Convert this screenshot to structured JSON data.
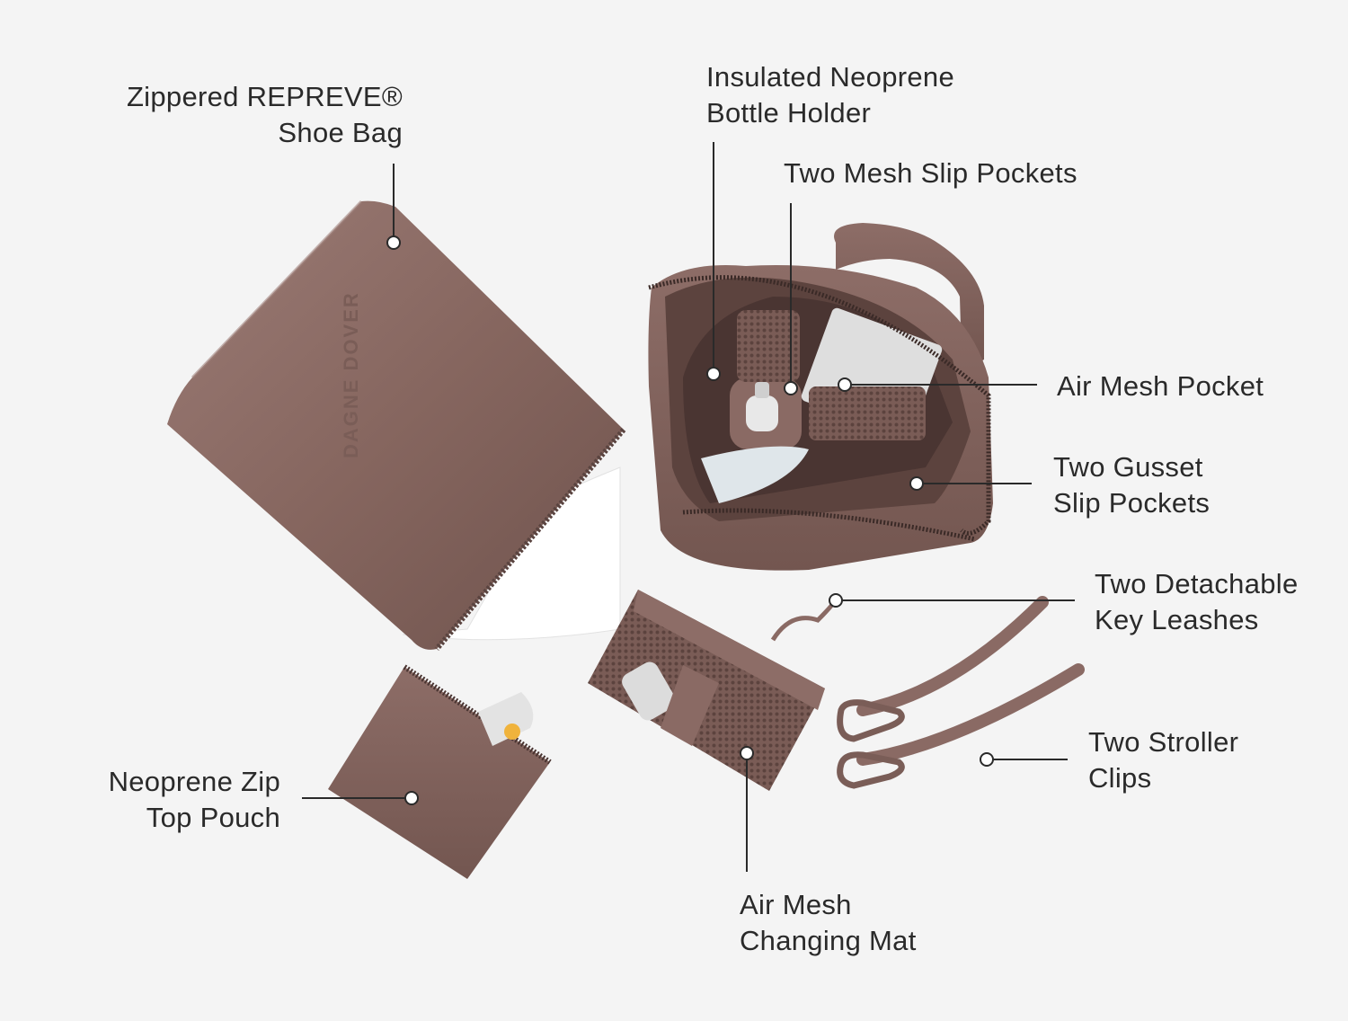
{
  "brand_mark": "DAGNE DOVER",
  "colors": {
    "background": "#f4f4f4",
    "product": "#8a6a64",
    "product_dark": "#6e524d",
    "product_light": "#a88781",
    "leader": "#2a2a2a",
    "text": "#2a2a2a"
  },
  "callouts": {
    "shoe_bag": {
      "line1": "Zippered REPREVE®",
      "line2": "Shoe Bag"
    },
    "bottle_holder": {
      "line1": "Insulated Neoprene",
      "line2": "Bottle Holder"
    },
    "mesh_slip_pockets": {
      "line1": "Two Mesh Slip Pockets"
    },
    "air_mesh_pocket": {
      "line1": "Air Mesh Pocket"
    },
    "gusset_pockets": {
      "line1": "Two Gusset",
      "line2": "Slip Pockets"
    },
    "key_leashes": {
      "line1": "Two Detachable",
      "line2": "Key Leashes"
    },
    "stroller_clips": {
      "line1": "Two Stroller",
      "line2": "Clips"
    },
    "zip_pouch": {
      "line1": "Neoprene Zip",
      "line2": "Top Pouch"
    },
    "changing_mat": {
      "line1": "Air Mesh",
      "line2": "Changing Mat"
    }
  }
}
